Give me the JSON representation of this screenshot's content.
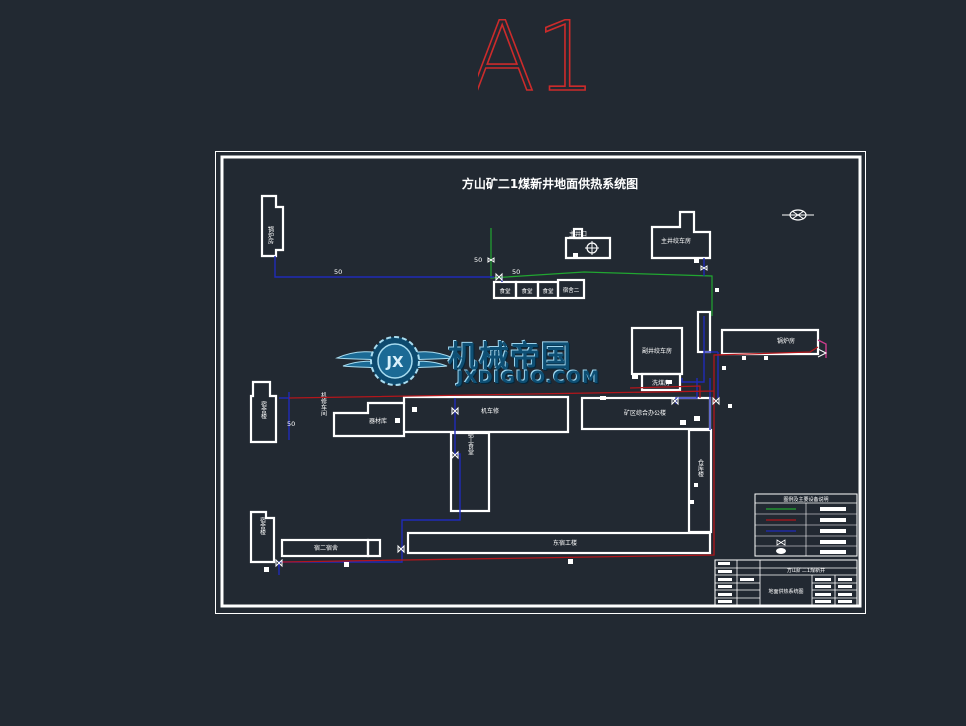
{
  "sheet_size_label": "A1",
  "drawing": {
    "title": "方山矿二1煤新井地面供热系统图",
    "buildings": {
      "top_left": "锅炉房",
      "shaft_head": "主井口",
      "main_shaft_winder": "主井绞车房",
      "row1": "食堂",
      "row2": "食堂",
      "row3": "食堂",
      "row4": "宿舍二",
      "aux_winder": "副井绞车房",
      "boiler_room": "锅炉房",
      "coal_wash": "洗煤房",
      "left_dorm": "宿舍楼",
      "mech_repair": "机修车间",
      "materials": "器材库",
      "workshop": "机车修",
      "office": "矿区综合办公楼",
      "canteen": "职工食堂",
      "warehouse": "仓库楼",
      "bottom_left": "宿舍楼",
      "dorm3": "宿二宿舍",
      "dorm_east": "东宿工楼"
    },
    "pipe_sizes": {
      "s1": "50",
      "s2": "50",
      "s3": "50",
      "s4": "50"
    },
    "legend": {
      "title": "图例及主要设备说明"
    },
    "title_block": {
      "name_cell": "方山矿二1煤新井",
      "sub_cell": "地面供热系统图"
    }
  },
  "watermark": {
    "cn": "机械帝国",
    "en": "JXDIGUO.COM",
    "badge": "JX"
  },
  "colors": {
    "background": "#222932",
    "sheet_label": "#cc2b2b",
    "supply_pipe": "#1f2bb8",
    "return_pipe": "#b3161b",
    "water_pipe": "#21a631",
    "outline": "#ffffff"
  }
}
